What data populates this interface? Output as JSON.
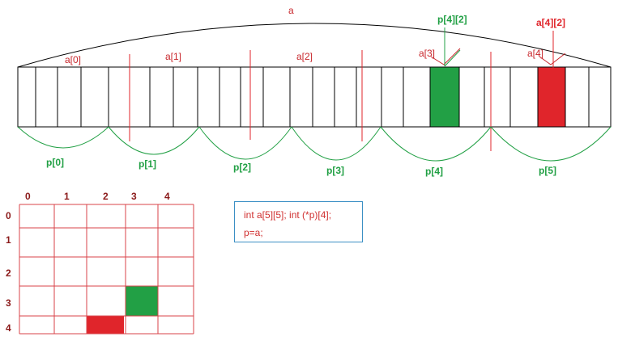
{
  "top_label": "a",
  "row_labels": [
    "a[0]",
    "a[1]",
    "a[2]",
    "a[3]",
    "a[4]"
  ],
  "pointer_labels": [
    "p[0]",
    "p[1]",
    "p[2]",
    "p[3]",
    "p[4]",
    "p[5]"
  ],
  "highlight_green_label": "p[4][2]",
  "highlight_red_label": "a[4][2]",
  "grid": {
    "col_headers": [
      "0",
      "1",
      "2",
      "3",
      "4"
    ],
    "row_headers": [
      "0",
      "1",
      "2",
      "3",
      "4"
    ],
    "green_cell": {
      "row": 3,
      "col": 3
    },
    "red_cell": {
      "row": 4,
      "col": 2
    }
  },
  "code": {
    "line1": "int a[5][5]; int (*p)[4];",
    "line2": "p=a;"
  },
  "colors": {
    "red": "#e0252b",
    "green": "#22a045",
    "grid_line": "#d9434a",
    "code_border": "#3b8fc4"
  }
}
